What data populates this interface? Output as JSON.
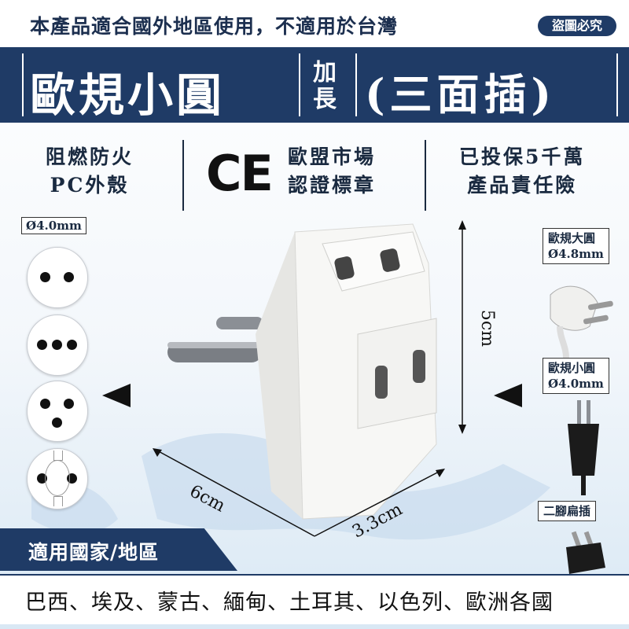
{
  "notice": {
    "text": "本產品適合國外地區使用，不適用於台灣",
    "stamp": "盜圖必究"
  },
  "title": {
    "main": "歐規小圓",
    "sub": "加長",
    "face": "(三面插)"
  },
  "features": {
    "left": [
      "阻燃防火",
      "PC外殼"
    ],
    "ce_mark": "CE",
    "middle": [
      "歐盟市場",
      "認證標章"
    ],
    "right": [
      "已投保5千萬",
      "產品責任險"
    ]
  },
  "pin_diameter_label": "Ø4.0mm",
  "dimensions": {
    "height": "5cm",
    "length": "6cm",
    "width": "3.3cm"
  },
  "plugs": [
    {
      "line1": "歐規大圓",
      "line2": "Ø4.8mm"
    },
    {
      "line1": "歐規小圓",
      "line2": "Ø4.0mm"
    },
    {
      "line1": "二腳扁插",
      "line2": ""
    }
  ],
  "countries": {
    "heading": "適用國家/地區",
    "list": "巴西、埃及、蒙古、緬甸、土耳其、以色列、歐洲各國"
  },
  "colors": {
    "brand_navy": "#1f3b66",
    "product_white": "#f4f4f2"
  }
}
